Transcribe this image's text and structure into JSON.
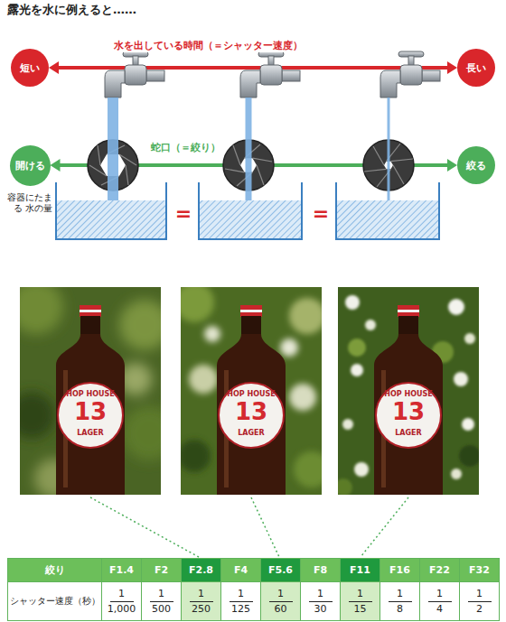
{
  "diagram": {
    "title": "露光を水に例えると……",
    "nodes": [
      {
        "text": [
          "短い"
        ]
      },
      {
        "text": [
          "長い"
        ]
      },
      {
        "text": [
          "開ける"
        ]
      },
      {
        "text": [
          "絞る"
        ]
      }
    ],
    "edges": [
      {
        "from": 0,
        "to": 1,
        "arrow": "both",
        "label": "水を出している時間（＝シャッター速度）"
      },
      {
        "from": 2,
        "to": 3,
        "arrow": "both",
        "label": "蛇口（＝絞り）"
      }
    ],
    "labels": [
      "容器にたまる 水の量",
      "=",
      "=",
      "HOP HOUSE",
      "13",
      "LAGER",
      "HOP HOUSE",
      "13",
      "LAGER",
      "HOP HOUSE",
      "13",
      "LAGER",
      "絞り",
      "F1.4",
      "F2",
      "F2.8",
      "F4",
      "F5.6",
      "F8",
      "F11",
      "F16",
      "F22",
      "F32",
      "シャッター速度（秒）",
      "1",
      "1,000",
      "1",
      "500",
      "1",
      "250",
      "1",
      "125",
      "1",
      "60",
      "1",
      "30",
      "1",
      "15",
      "1",
      "8",
      "1",
      "4",
      "1",
      "2"
    ]
  }
}
